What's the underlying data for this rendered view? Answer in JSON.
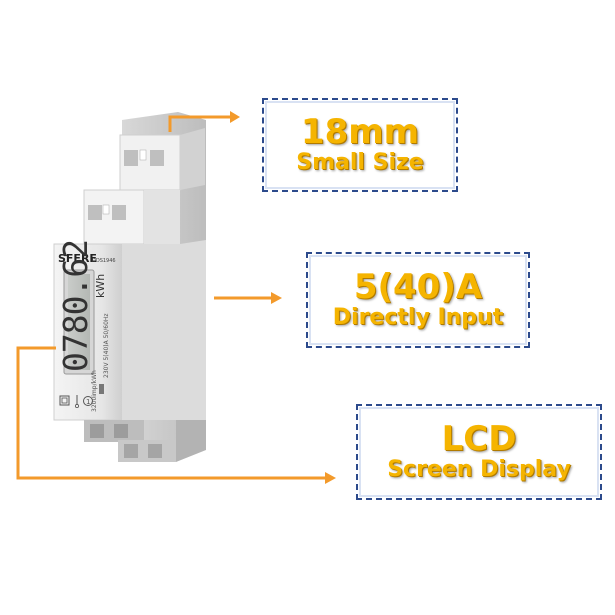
{
  "product": {
    "brand": "SFERE",
    "model": "DDS1946",
    "display_reading": "0780.62",
    "display_unit": "kWh",
    "rating_text": "230V  5(40)A  50/60Hz",
    "impulse_text": "3200imp/kWh"
  },
  "callouts": [
    {
      "title": "18mm",
      "subtitle": "Small Size"
    },
    {
      "title": "5(40)A",
      "subtitle": "Directly Input"
    },
    {
      "title": "LCD",
      "subtitle": "Screen Display"
    }
  ],
  "colors": {
    "accent_orange": "#f39a2b",
    "text_gold": "#f5b400",
    "border_blue": "#2c4a8c",
    "meter_body": "#e9e9e9"
  }
}
